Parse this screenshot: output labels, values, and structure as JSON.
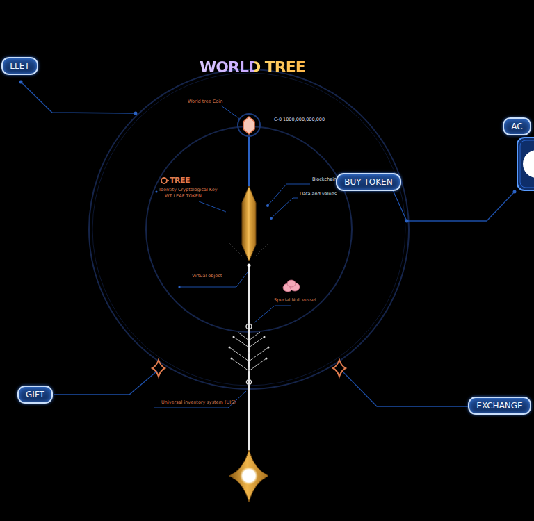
{
  "diagram": {
    "title": "WORLD TREE",
    "nodes": [
      {
        "text": [
          "LLET"
        ]
      },
      {
        "text": [
          "AC"
        ]
      },
      {
        "text": [
          "BUY TOKEN"
        ]
      },
      {
        "text": [
          "GIFT"
        ]
      },
      {
        "text": [
          "EXCHANGE"
        ]
      }
    ],
    "labels": [
      "World tree Coin",
      "C-0 1000,000,000,000",
      "TREE",
      "Identity Cryptological Key",
      "WT LEAF TOKEN",
      "Blockchain",
      "Data and values",
      "Virtual object",
      "Special Null vessel",
      "Universal inventory system (UIS)"
    ]
  }
}
